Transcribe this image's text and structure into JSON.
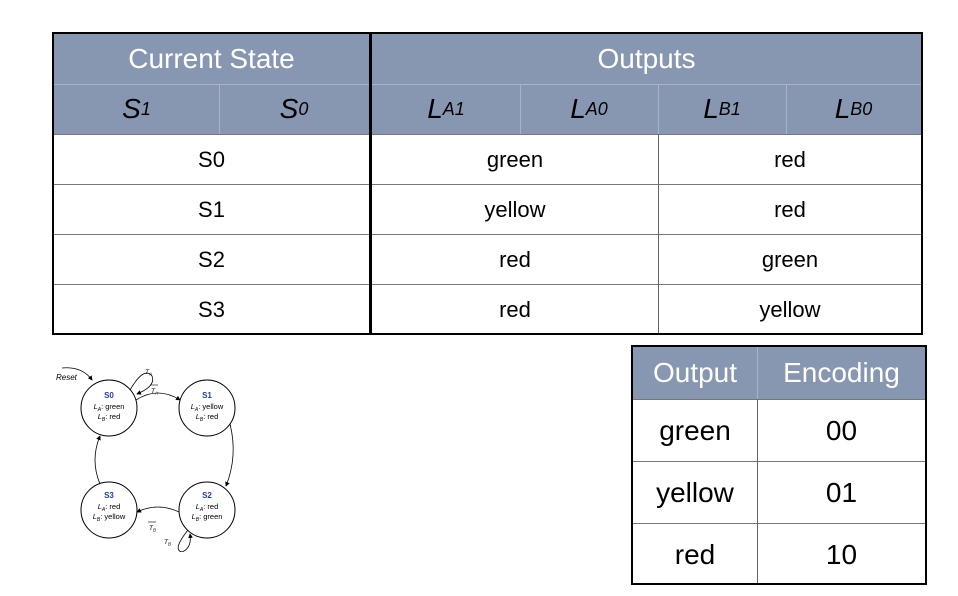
{
  "main_table": {
    "group_headers": [
      "Current State",
      "Outputs"
    ],
    "columns": [
      {
        "base": "S",
        "sub": "1"
      },
      {
        "base": "S",
        "sub": "0"
      },
      {
        "base": "L",
        "sub": "A1"
      },
      {
        "base": "L",
        "sub": "A0"
      },
      {
        "base": "L",
        "sub": "B1"
      },
      {
        "base": "L",
        "sub": "B0"
      }
    ],
    "rows": [
      {
        "state": "S0",
        "la": "green",
        "lb": "red"
      },
      {
        "state": "S1",
        "la": "yellow",
        "lb": "red"
      },
      {
        "state": "S2",
        "la": "red",
        "lb": "green"
      },
      {
        "state": "S3",
        "la": "red",
        "lb": "yellow"
      }
    ]
  },
  "encoding_table": {
    "headers": [
      "Output",
      "Encoding"
    ],
    "rows": [
      {
        "output": "green",
        "code": "00"
      },
      {
        "output": "yellow",
        "code": "01"
      },
      {
        "output": "red",
        "code": "10"
      }
    ]
  },
  "diagram": {
    "reset_label": "Reset",
    "states": [
      {
        "name": "S0",
        "la": "green",
        "lb": "red"
      },
      {
        "name": "S1",
        "la": "yellow",
        "lb": "red"
      },
      {
        "name": "S2",
        "la": "red",
        "lb": "green"
      },
      {
        "name": "S3",
        "la": "red",
        "lb": "yellow"
      }
    ],
    "la_prefix": "L",
    "la_sub": "A",
    "lb_sub": "B",
    "ta_label": "T",
    "ta_sub": "A",
    "tb_sub": "B"
  },
  "colors": {
    "header_bg": "#8797b2",
    "state_name": "#1f3cb3"
  }
}
